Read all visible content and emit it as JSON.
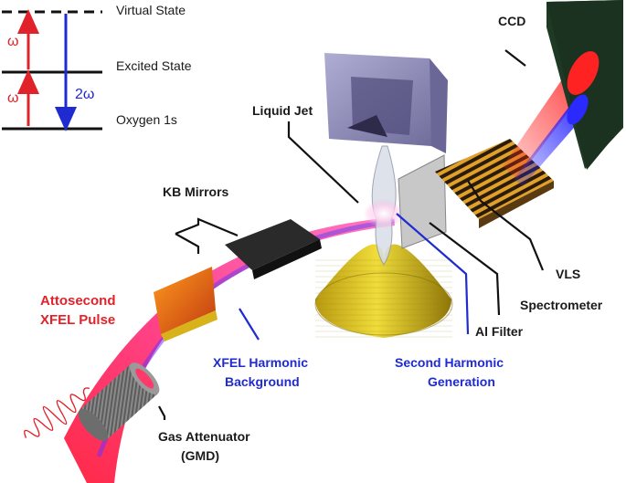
{
  "energy_diagram": {
    "levels": {
      "virtual": "Virtual State",
      "excited": "Excited State",
      "ground": "Oxygen 1s"
    },
    "photon_up_1": "ω",
    "photon_up_2": "ω",
    "photon_down": "2ω"
  },
  "labels": {
    "ccd": "CCD",
    "liquid_jet": "Liquid Jet",
    "kb_mirrors": "KB Mirrors",
    "vls_line1": "VLS",
    "vls_line2": "Spectrometer",
    "al_filter": "Al Filter",
    "pulse_line1": "Attosecond",
    "pulse_line2": "XFEL Pulse",
    "background_line1": "XFEL Harmonic",
    "background_line2": "Background",
    "shg_line1": "Second Harmonic",
    "shg_line2": "Generation",
    "gas_line1": "Gas Attenuator",
    "gas_line2": "(GMD)"
  },
  "colors": {
    "fundamental": "#e0232a",
    "second_harmonic": "#1f2bd0",
    "beam": "#ff2a7a",
    "detector": "#1e3a22",
    "cone": "#d8c21e",
    "cuvette": "#8a87b8"
  }
}
